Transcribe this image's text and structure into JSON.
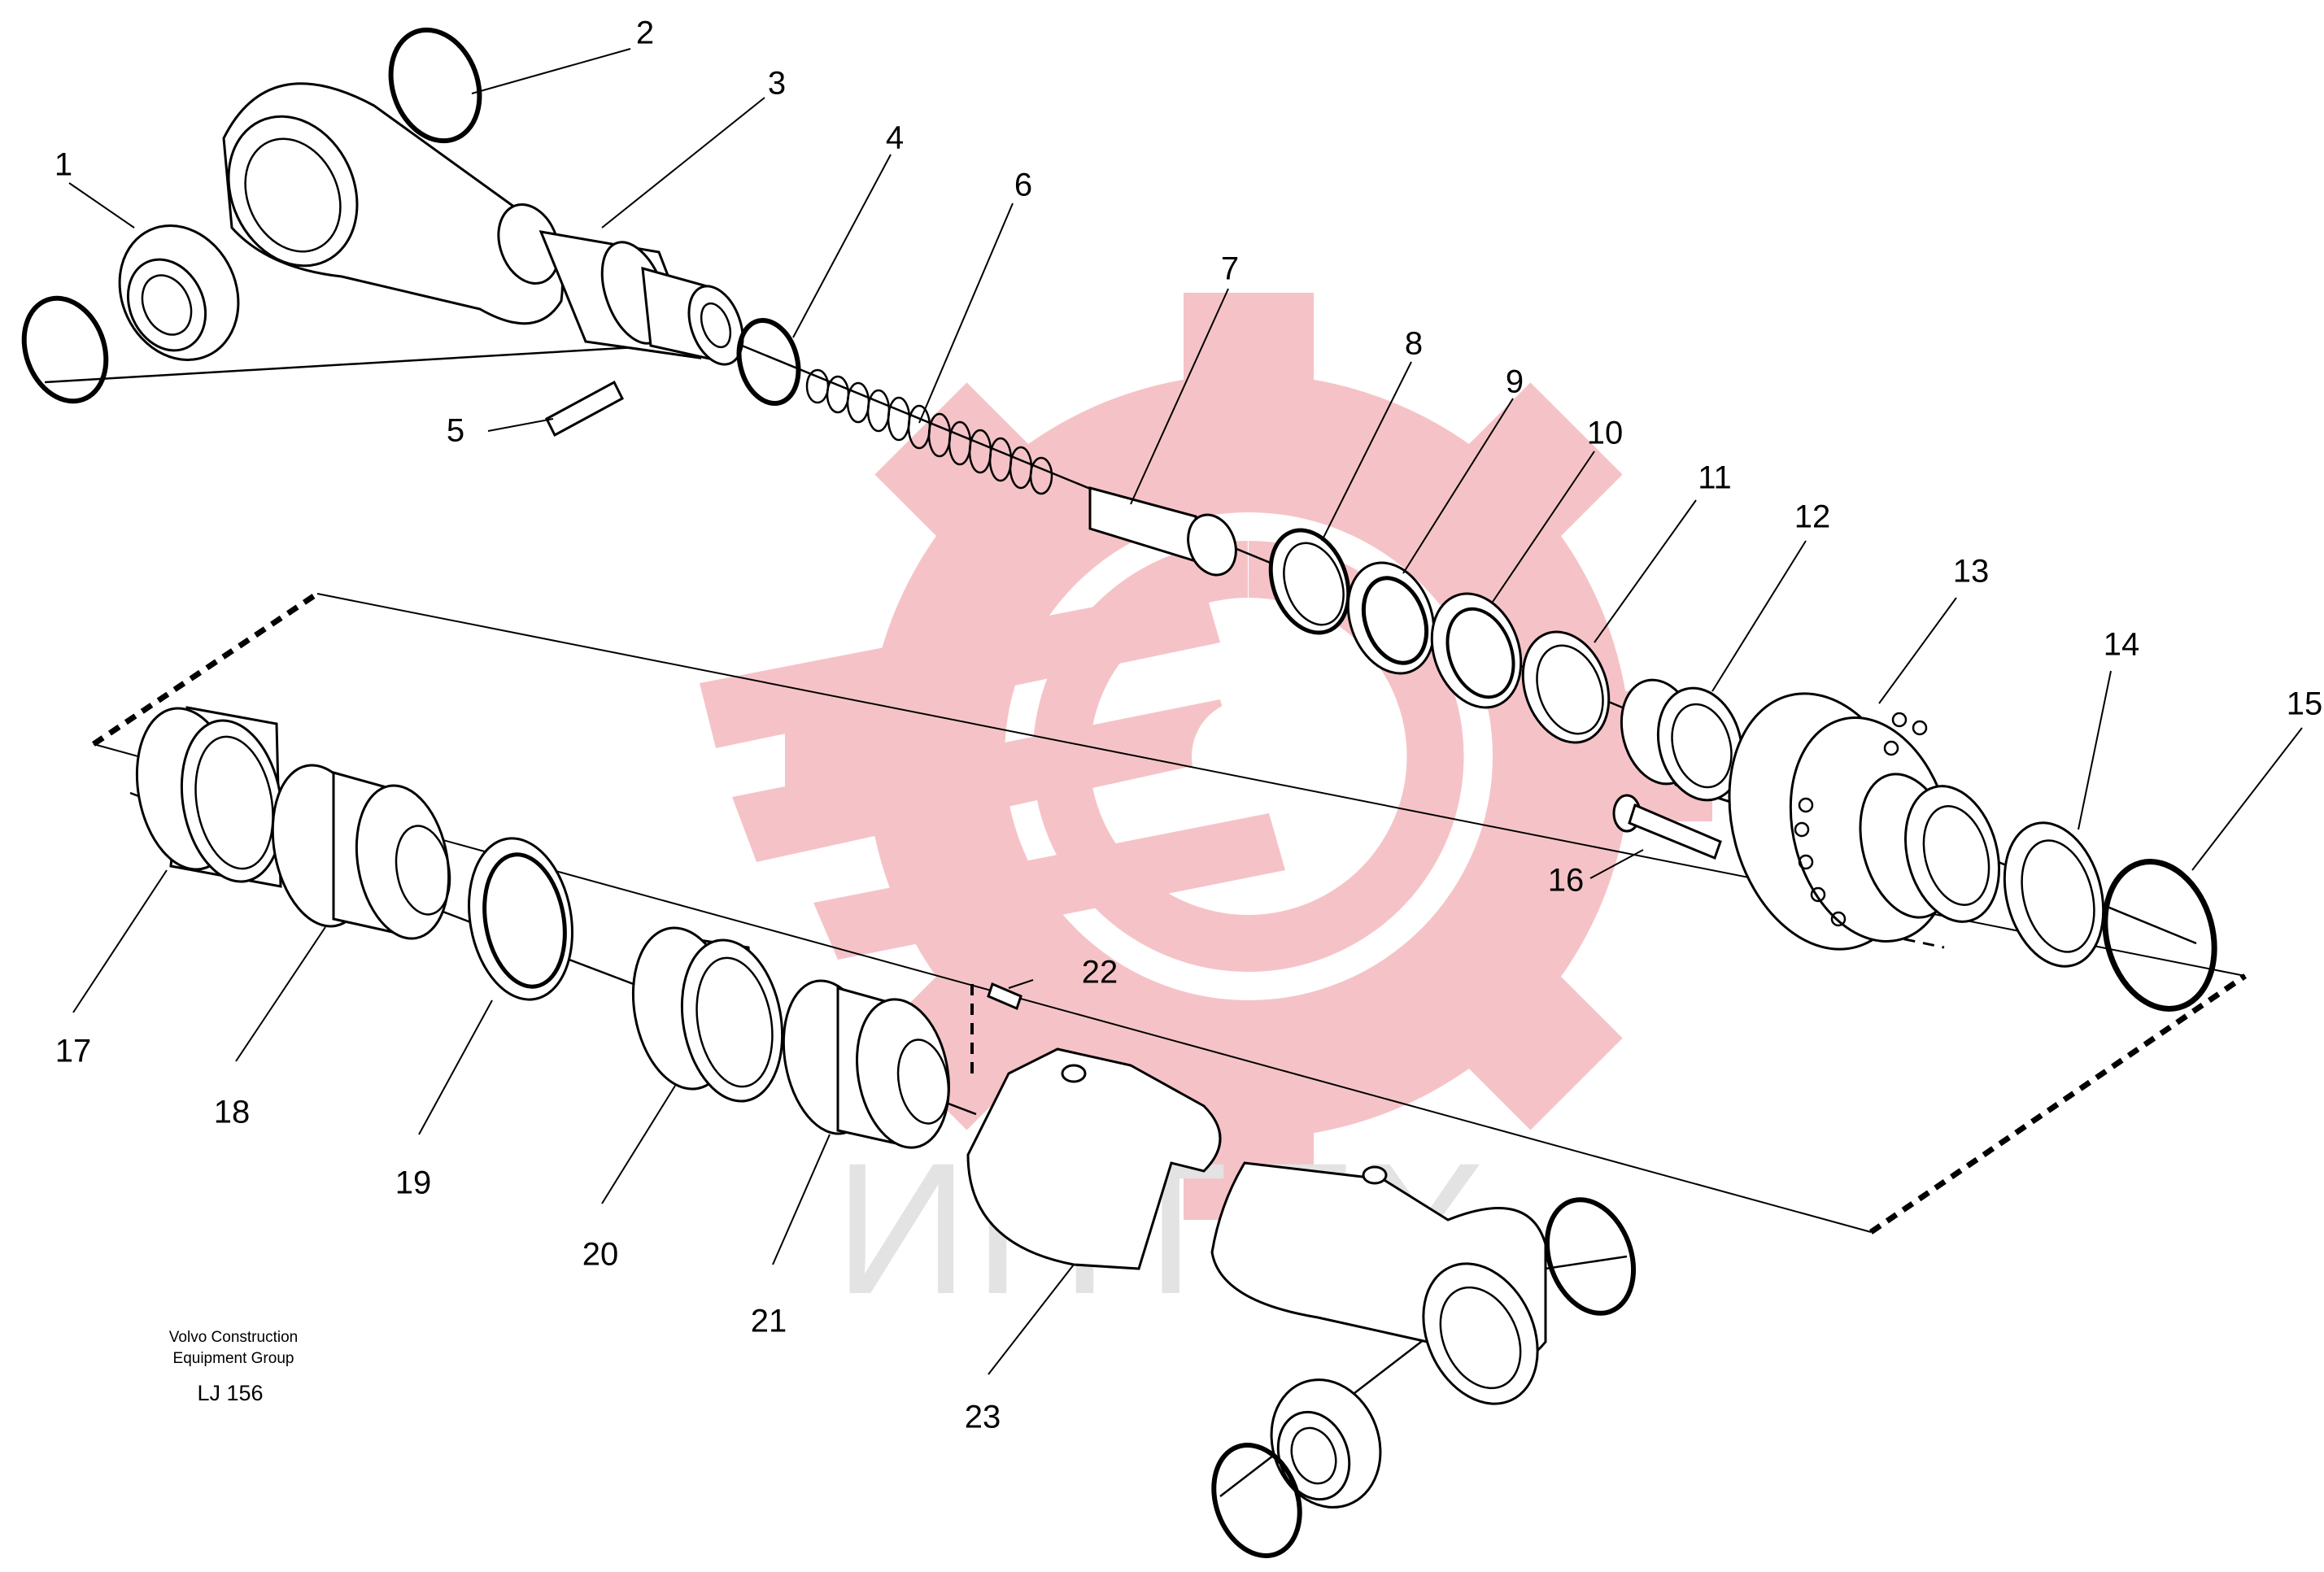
{
  "diagram": {
    "callouts": [
      {
        "id": "1",
        "label": "1"
      },
      {
        "id": "2",
        "label": "2"
      },
      {
        "id": "3",
        "label": "3"
      },
      {
        "id": "4",
        "label": "4"
      },
      {
        "id": "5",
        "label": "5"
      },
      {
        "id": "6",
        "label": "6"
      },
      {
        "id": "7",
        "label": "7"
      },
      {
        "id": "8",
        "label": "8"
      },
      {
        "id": "9",
        "label": "9"
      },
      {
        "id": "10",
        "label": "10"
      },
      {
        "id": "11",
        "label": "11"
      },
      {
        "id": "12",
        "label": "12"
      },
      {
        "id": "13",
        "label": "13"
      },
      {
        "id": "14",
        "label": "14"
      },
      {
        "id": "15",
        "label": "15"
      },
      {
        "id": "16",
        "label": "16"
      },
      {
        "id": "17",
        "label": "17"
      },
      {
        "id": "18",
        "label": "18"
      },
      {
        "id": "19",
        "label": "19"
      },
      {
        "id": "20",
        "label": "20"
      },
      {
        "id": "21",
        "label": "21"
      },
      {
        "id": "22",
        "label": "22"
      },
      {
        "id": "23",
        "label": "23"
      }
    ],
    "footer": {
      "line1": "Volvo Construction",
      "line2": "Equipment Group",
      "code": "LJ 156"
    },
    "watermark": {
      "text": "ИНТЕХ",
      "color": "#f4b9bd"
    }
  }
}
